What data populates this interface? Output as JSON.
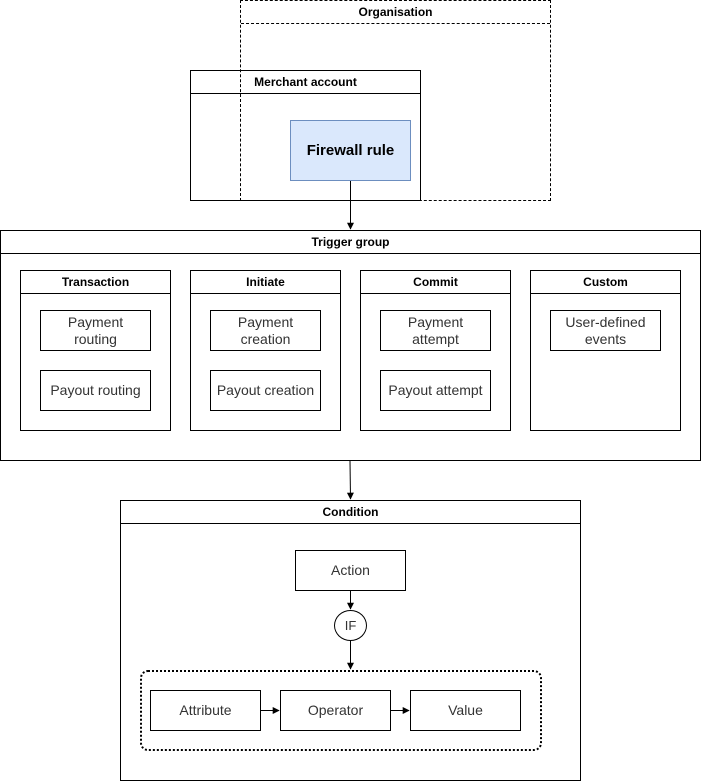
{
  "organisation": {
    "label": "Organisation"
  },
  "merchant_account": {
    "label": "Merchant account"
  },
  "firewall_rule": {
    "label": "Firewall rule"
  },
  "trigger_group": {
    "label": "Trigger group",
    "groups": [
      {
        "label": "Transaction",
        "items": [
          "Payment routing",
          "Payout routing"
        ]
      },
      {
        "label": "Initiate",
        "items": [
          "Payment creation",
          "Payout creation"
        ]
      },
      {
        "label": "Commit",
        "items": [
          "Payment attempt",
          "Payout attempt"
        ]
      },
      {
        "label": "Custom",
        "items": [
          "User-defined events"
        ]
      }
    ]
  },
  "condition": {
    "label": "Condition",
    "action": "Action",
    "if_label": "IF",
    "attribute": "Attribute",
    "operator": "Operator",
    "value": "Value"
  },
  "colors": {
    "firewall_fill": "#dae8fc",
    "firewall_stroke": "#6c8ebf",
    "node_text": "#333333"
  }
}
